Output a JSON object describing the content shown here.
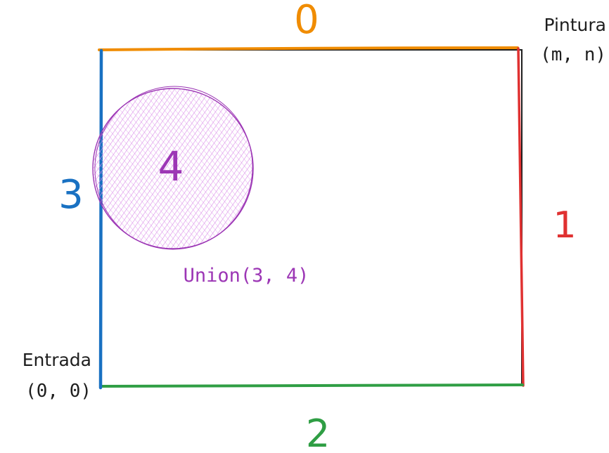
{
  "edges": {
    "top": {
      "label": "0",
      "color": "#f08c00"
    },
    "right": {
      "label": "1",
      "color": "#e03131"
    },
    "bottom": {
      "label": "2",
      "color": "#2f9e44"
    },
    "left": {
      "label": "3",
      "color": "#1971c2"
    }
  },
  "circle": {
    "label": "4",
    "color": "#9c36b5",
    "fill": "#e9b3f5"
  },
  "union_label": "Union(3, 4)",
  "corners": {
    "entrance": {
      "name": "Entrada",
      "coords": "(0, 0)"
    },
    "painting": {
      "name": "Pintura",
      "coords": "(m, n)"
    }
  },
  "rect_stroke": "#1e1e1e"
}
